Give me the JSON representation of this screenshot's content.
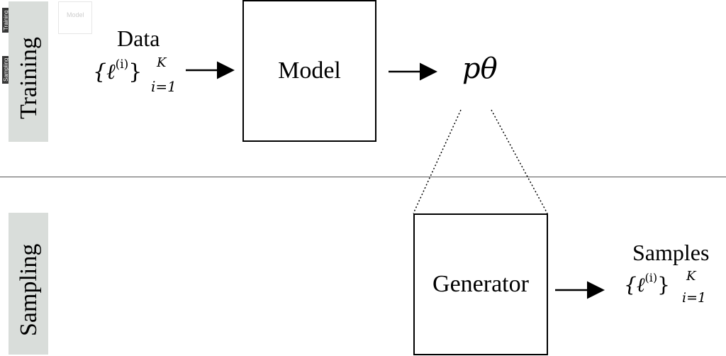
{
  "sections": {
    "training": "Training",
    "sampling": "Sampling"
  },
  "data_label": "Data",
  "model_label": "Model",
  "generator_label": "Generator",
  "samples_label": "Samples",
  "p_theta": "pθ",
  "set_main": "{ℓ",
  "set_sup": "(i)",
  "set_close": "}",
  "set_upper": "K",
  "set_lower": "i=1",
  "thumbnail": {
    "training_tag": "Training",
    "sampling_tag": "Sampling",
    "model_text": "Model"
  },
  "colors": {
    "sidebar": "#d9ddda",
    "line": "#000000"
  }
}
